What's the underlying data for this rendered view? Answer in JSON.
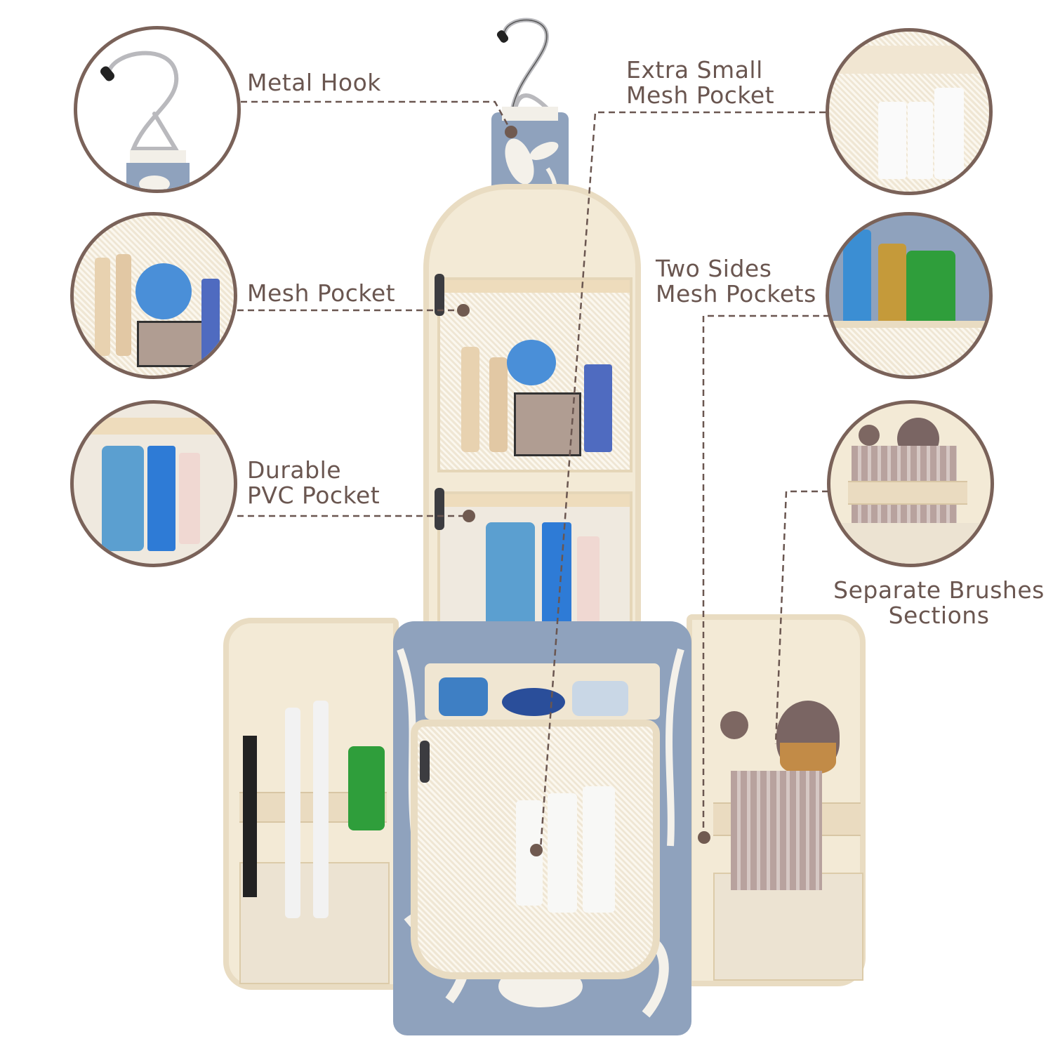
{
  "colors": {
    "text": "#6a5650",
    "leader_line": "#6a5650",
    "circle_border": "#7a6259",
    "dot": "#705a50",
    "lining_cream": "#f3ead6",
    "trim_cream": "#e9dcc2",
    "floral_blue": "#8fa2bd",
    "floral_white": "#f4f1ea",
    "zipper_dark": "#3c3c40",
    "mesh": "#efe6d4"
  },
  "callouts": [
    {
      "id": "metal-hook",
      "label": "Metal Hook",
      "side": "left",
      "detail": "hook-closeup"
    },
    {
      "id": "mesh-pocket",
      "label": "Mesh Pocket",
      "side": "left",
      "detail": "mesh-pocket-closeup"
    },
    {
      "id": "durable-pvc-pocket",
      "label": "Durable\nPVC Pocket",
      "side": "left",
      "detail": "pvc-pocket-closeup"
    },
    {
      "id": "extra-small-mesh-pocket",
      "label": "Extra Small\nMesh Pocket",
      "side": "right",
      "detail": "small-mesh-closeup"
    },
    {
      "id": "two-sides-mesh-pockets",
      "label": "Two Sides\nMesh Pockets",
      "side": "right",
      "detail": "side-mesh-closeup"
    },
    {
      "id": "separate-brushes-sections",
      "label": "Separate Brushes\nSections",
      "side": "right",
      "detail": "brushes-closeup"
    }
  ],
  "product": {
    "name_icon": "hanging-toiletry-bag",
    "pattern": "blue-floral"
  }
}
